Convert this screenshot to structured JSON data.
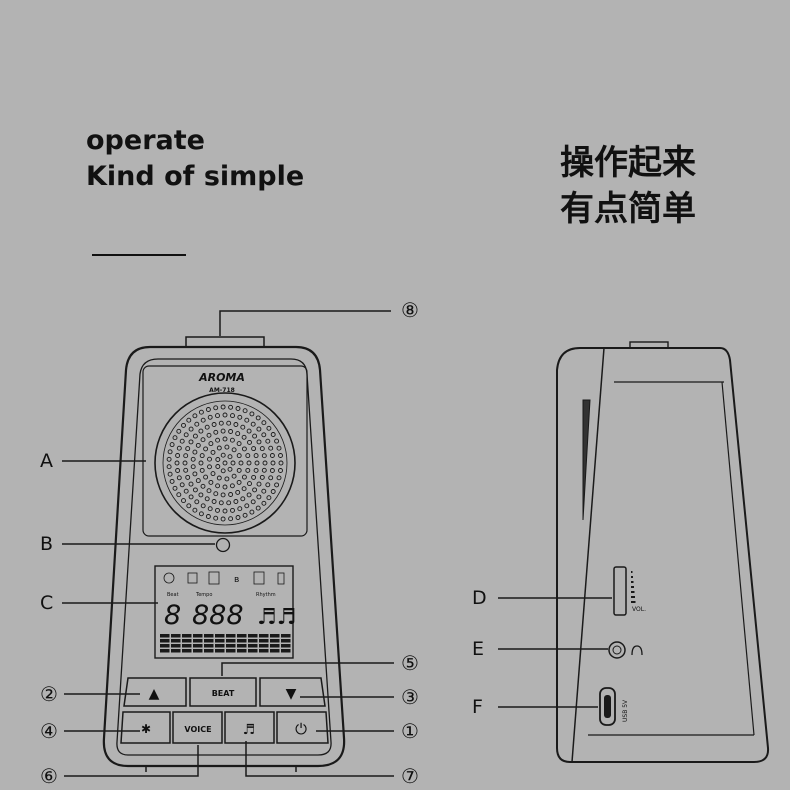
{
  "heading": {
    "en_line1": "operate",
    "en_line2": "Kind of simple",
    "zh_line1": "操作起来",
    "zh_line2": "有点简单"
  },
  "device": {
    "brand": "AROMA",
    "model": "AM-718",
    "lcd": {
      "label_beat": "Beat",
      "label_tempo": "Tempo",
      "label_rhythm": "Rhythm",
      "digits_left": "8",
      "digits_main": "888"
    },
    "buttons": {
      "up": "▲",
      "beat": "BEAT",
      "down": "▼",
      "bluetooth": "✱",
      "voice": "VOICE",
      "rhythm": "♬",
      "power": "⏻"
    },
    "side": {
      "vol_label": "VOL.",
      "usb_label": "USB 5V"
    }
  },
  "callouts": {
    "A": "A",
    "B": "B",
    "C": "C",
    "D": "D",
    "E": "E",
    "F": "F",
    "n1": "①",
    "n2": "②",
    "n3": "③",
    "n4": "④",
    "n5": "⑤",
    "n6": "⑥",
    "n7": "⑦",
    "n8": "⑧"
  }
}
